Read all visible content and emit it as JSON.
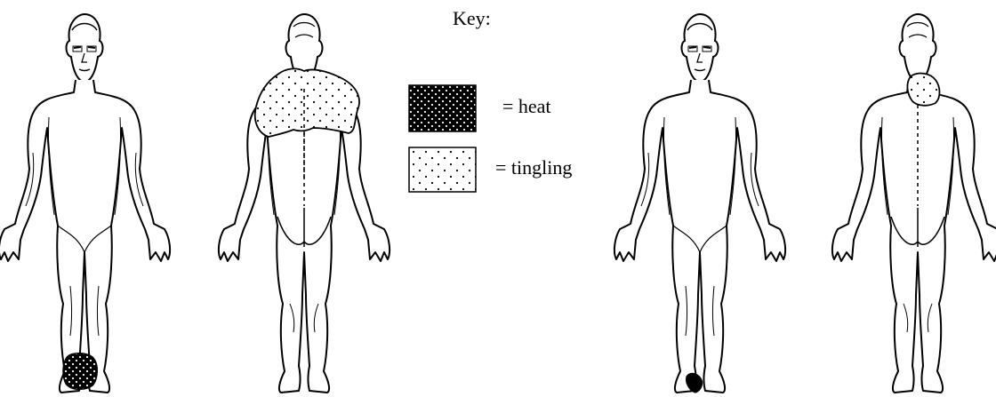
{
  "key": {
    "title": "Key:",
    "heat_label": "= heat",
    "tingling_label": "= tingling"
  },
  "figures": [
    {
      "view": "front",
      "marked_area": "left ankle and foot",
      "sensation": "heat"
    },
    {
      "view": "back",
      "marked_area": "shoulders and upper back",
      "sensation": "tingling"
    },
    {
      "view": "front",
      "marked_area": "left foot",
      "sensation": "heat"
    },
    {
      "view": "back",
      "marked_area": "back of neck",
      "sensation": "tingling"
    }
  ],
  "colors": {
    "outline": "#000000",
    "heat_fill": "#000000",
    "tingling_fill": "#ffffff"
  }
}
